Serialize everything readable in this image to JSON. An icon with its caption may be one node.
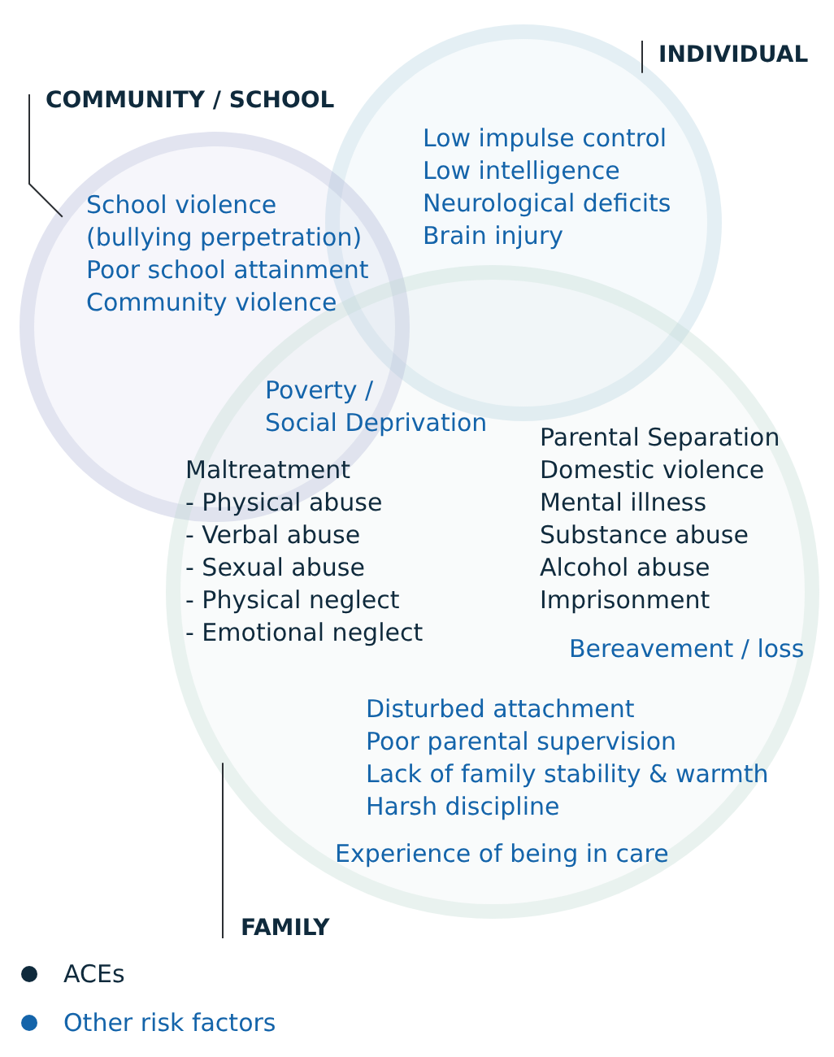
{
  "diagram": {
    "nodes": [
      {
        "text": [
          "INDIVIDUAL"
        ]
      },
      {
        "text": [
          "COMMUNITY / SCHOOL"
        ]
      },
      {
        "text": [
          "Low impulse control",
          "Low intelligence",
          "Neurological deficits",
          "Brain injury"
        ]
      },
      {
        "text": [
          "School violence (bullying perpetration)",
          "Poor school attainment",
          "Community violence"
        ]
      },
      {
        "text": [
          "Parental Separation",
          "Domestic violence",
          "Mental illness",
          "Substance abuse",
          "Alcohol abuse",
          "Imprisonment",
          "Bereavement / loss",
          "Disturbed attachment",
          "Poor parental supervision",
          "Lack of family stability & warmth",
          "Harsh discipline",
          "Experience of being in care"
        ]
      },
      {
        "text": [
          "FAMILY"
        ]
      }
    ],
    "edges": [
      {
        "from": 0,
        "to": 2,
        "arrow": "none"
      },
      {
        "from": 1,
        "to": 3,
        "arrow": "none"
      },
      {
        "from": 5,
        "to": 4,
        "arrow": "none"
      }
    ],
    "labels": [
      "Poverty / Social Deprivation",
      "Maltreatment",
      "- Physical abuse",
      "- Verbal abuse",
      "- Sexual abuse",
      "- Physical neglect",
      "- Emotional neglect"
    ],
    "legend": [
      {
        "text": "ACEs",
        "color": "#0f2a3c"
      },
      {
        "text": "Other risk factors",
        "color": "#1464aa"
      }
    ]
  }
}
